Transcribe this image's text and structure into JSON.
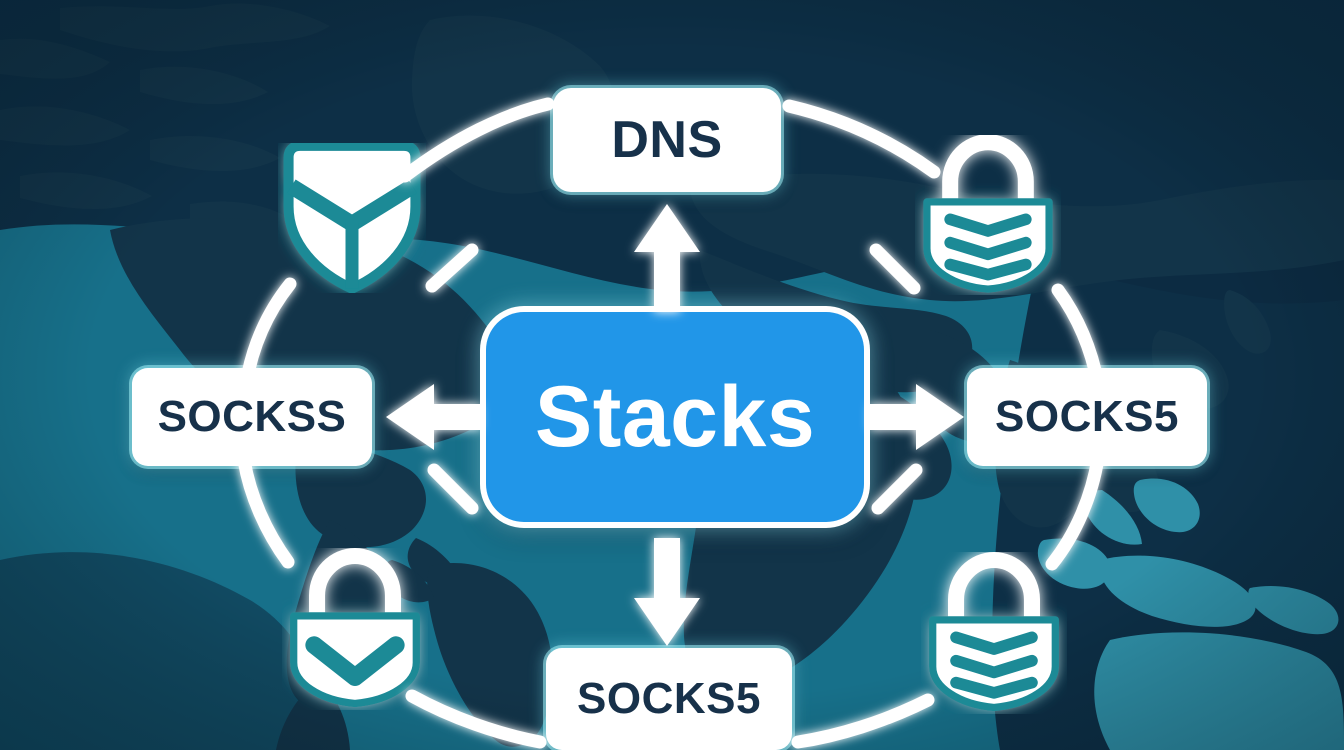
{
  "diagram": {
    "type": "hub-and-spoke network diagram",
    "background": {
      "kind": "world-map",
      "ocean_color": "#17708a",
      "land_color": "#123449",
      "deep_ocean_color": "#0d2b42"
    },
    "center": {
      "label": "Stacks",
      "fill_color": "#2196e8",
      "text_color": "#ffffff"
    },
    "nodes": [
      {
        "id": "dns",
        "label": "DNS",
        "position": "top",
        "arrow": "up",
        "text_color": "#17314a",
        "fill_color": "#ffffff"
      },
      {
        "id": "left",
        "label": "SOCKSS",
        "position": "left",
        "arrow": "left",
        "text_color": "#17314a",
        "fill_color": "#ffffff"
      },
      {
        "id": "right",
        "label": "SOCKS5",
        "position": "right",
        "arrow": "right",
        "text_color": "#17314a",
        "fill_color": "#ffffff"
      },
      {
        "id": "bottom",
        "label": "SOCKS5",
        "position": "bottom",
        "arrow": "down",
        "text_color": "#17314a",
        "fill_color": "#ffffff"
      }
    ],
    "icons": [
      {
        "id": "shield",
        "name": "shield-chevron-icon",
        "position": "top-left",
        "fill": "#ffffff",
        "stroke": "#1a8a96"
      },
      {
        "id": "lock-tr",
        "name": "padlock-lines-icon",
        "position": "top-right",
        "fill": "#ffffff",
        "stroke": "#1a8a96"
      },
      {
        "id": "lock-bl",
        "name": "padlock-chevron-icon",
        "position": "bottom-left",
        "fill": "#ffffff",
        "stroke": "#1a8a96"
      },
      {
        "id": "lock-br",
        "name": "padlock-lines-icon",
        "position": "bottom-right",
        "fill": "#ffffff",
        "stroke": "#1a8a96"
      }
    ],
    "connectors": {
      "ring_style": "dashed-and-solid white circle",
      "ring_color": "#ffffff",
      "arrow_color": "#ffffff",
      "arrow_count": 4
    }
  }
}
